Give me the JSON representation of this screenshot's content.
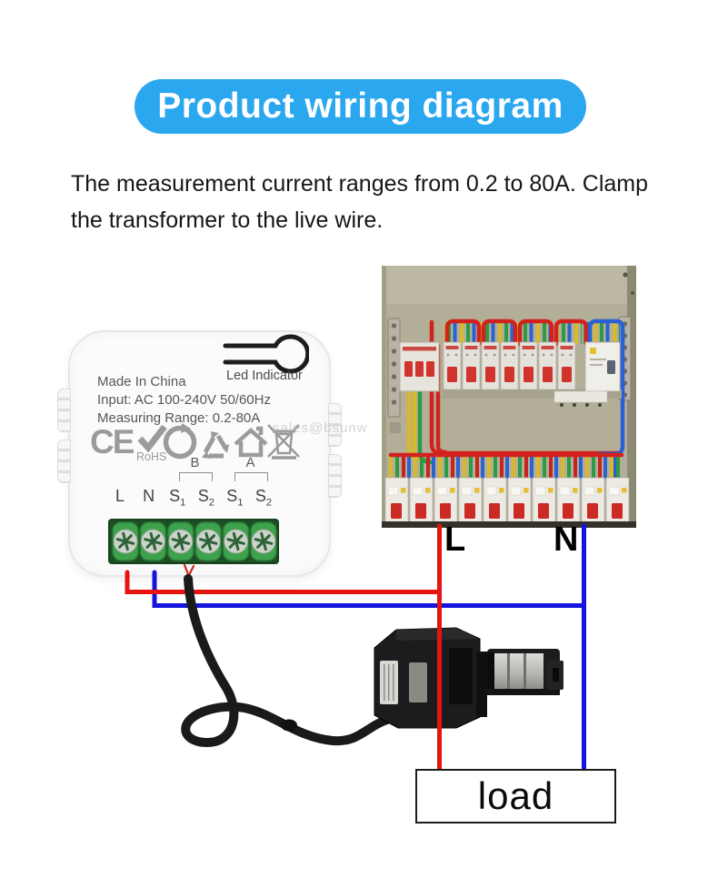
{
  "banner": {
    "title": "Product wiring diagram",
    "bg_color": "#2aa7ee",
    "text_color": "#ffffff"
  },
  "description": {
    "line1": "The measurement current ranges from 0.2 to 80A. Clamp",
    "line2": "the transformer to the live wire."
  },
  "module": {
    "led_indicator_label": "Led Indicator",
    "made_in": "Made In China",
    "input": "Input: AC 100-240V 50/60Hz",
    "measuring_range": "Measuring Range: 0.2-80A",
    "ce_label": "CE",
    "rohs_label": "RoHS",
    "group_b_label": "B",
    "group_a_label": "A",
    "terminals": [
      "L",
      "N",
      "S1",
      "S2",
      "S1",
      "S2"
    ],
    "cert_icons": [
      "ce-mark-icon",
      "rohs-check-icon",
      "green-dot-icon",
      "recycle-icon",
      "house-icon",
      "weee-bin-icon"
    ]
  },
  "wiring": {
    "live_label": "L",
    "neutral_label": "N",
    "load_label": "load",
    "live_color": "#e8130e",
    "neutral_color": "#1414dd",
    "ct_cable_color": "#1a1a1a"
  },
  "watermark": "sales@bsunw"
}
